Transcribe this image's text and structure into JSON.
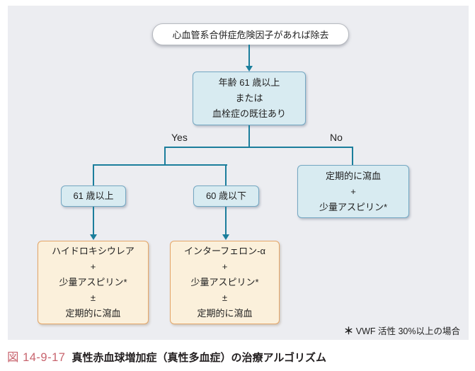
{
  "flowchart": {
    "top_node": {
      "label": "心血管系合併症危険因子があれば除去"
    },
    "decision_node": {
      "lines": [
        "年齢 61 歳以上",
        "または",
        "血栓症の既往あり"
      ]
    },
    "branch_labels": {
      "yes": "Yes",
      "no": "No"
    },
    "age_over_61_node": {
      "label": "61 歳以上"
    },
    "age_under_60_node": {
      "label": "60 歳以下"
    },
    "no_branch_node": {
      "lines": [
        "定期的に瀉血",
        "+",
        "少量アスピリン*"
      ]
    },
    "treatment_over_61_node": {
      "lines": [
        "ハイドロキシウレア",
        "+",
        "少量アスピリン*",
        "±",
        "定期的に瀉血"
      ]
    },
    "treatment_under_60_node": {
      "lines": [
        "インターフェロン-α",
        "+",
        "少量アスピリン*",
        "±",
        "定期的に瀉血"
      ]
    },
    "footnote": {
      "marker": "＊",
      "text": "VWF 活性 30%以上の場合"
    }
  },
  "caption": {
    "fig_label": "図 14-9-17",
    "title": "真性赤血球増加症（真性多血症）の治療アルゴリズム"
  },
  "colors": {
    "panel_bg": "#ECEDF1",
    "node_blue_fill": "#D8EBF1",
    "node_blue_border": "#74A7C2",
    "node_orange_fill": "#FBF0DB",
    "node_orange_border": "#E4A668",
    "connector_teal": "#1B7E9C",
    "caption_accent": "#C8646E"
  }
}
